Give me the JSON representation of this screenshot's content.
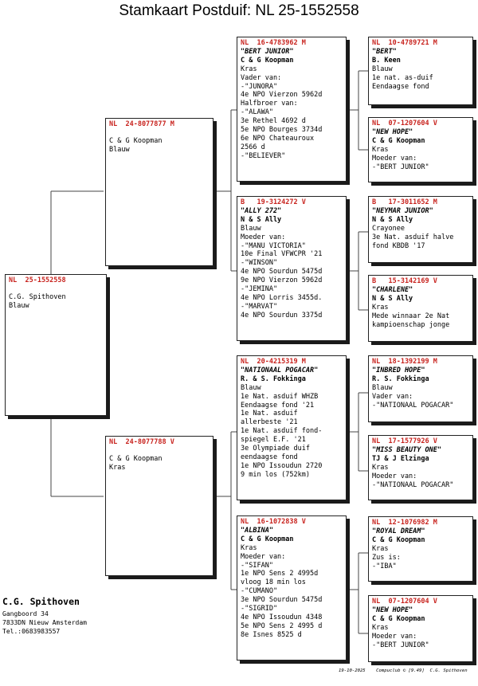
{
  "title": "Stamkaart Postduif: NL  25-1552558",
  "subject": {
    "id": "NL  25-1552558",
    "owner": "C.G. Spithoven",
    "color": "Blauw"
  },
  "father": {
    "id": "NL  24-8077877 M",
    "owner": "C & G Koopman",
    "color": "Blauw"
  },
  "mother": {
    "id": "NL  24-8077788 V",
    "owner": "C & G Koopman",
    "color": "Kras"
  },
  "ff": {
    "id": "NL  16-4783962 M",
    "name": "\"BERT JUNIOR\"",
    "owner": "C & G Koopman",
    "lines": [
      "Kras",
      "Vader van:",
      "-\"JUNORA\"",
      "4e NPO Vierzon 5962d",
      "Halfbroer van:",
      "-\"ALAWA\"",
      "3e Rethel 4692 d",
      "5e NPO Bourges 3734d",
      "6e NPO Chateauroux",
      "2566 d",
      "-\"BELIEVER\""
    ]
  },
  "fm": {
    "id": "B   19-3124272 V",
    "name": "\"ALLY 272\"",
    "owner": "N & S Ally",
    "lines": [
      "Blauw",
      "Moeder van:",
      "-\"MANU VICTORIA\"",
      "10e Final VFWCPR '21",
      "-\"WINSON\"",
      "4e NPO Sourdun 5475d",
      "9e NPO Vierzon 5962d",
      "-\"JEMINA\"",
      "4e NPO Lorris 3455d.",
      "-\"MARVAT\"",
      "4e NPO Sourdun 3375d"
    ]
  },
  "mf": {
    "id": "NL  20-4215319 M",
    "name": "\"NATIONAAL POGACAR\"",
    "owner": "R. & S. Fokkinga",
    "lines": [
      "Blauw",
      "1e Nat. asduif WHZB",
      "Eendaagse fond '21",
      "1e Nat. asduif",
      "allerbeste '21",
      "1e Nat. asduif fond-",
      "spiegel E.F. '21",
      "3e Olympiade duif",
      "eendaagse fond",
      "1e NPO Issoudun 2720",
      "9 min los (752km)"
    ]
  },
  "mm": {
    "id": "NL  16-1072838 V",
    "name": "\"ALBINA\"",
    "owner": "C & G Koopman",
    "lines": [
      "Kras",
      "Moeder van:",
      "-\"SIFAN\"",
      "1e NPO  Sens 2 4995d",
      "vloog 18 min los",
      "-\"CUMANO\"",
      "3e NPO Sourdun 5475d",
      "-\"SIGRID\"",
      "4e NPO Issoudun 4348",
      "5e NPO Sens 2 4995 d",
      "8e Isnes 8525 d"
    ]
  },
  "fff": {
    "id": "NL  10-4789721 M",
    "name": "\"BERT\"",
    "owner": "B. Keen",
    "lines": [
      "Blauw",
      "1e nat. as-duif",
      "Eendaagse fond"
    ]
  },
  "ffm": {
    "id": "NL  07-1207604 V",
    "name": "\"NEW HOPE\"",
    "owner": "C & G Koopman",
    "lines": [
      "Kras",
      "Moeder van:",
      "-\"BERT JUNIOR\""
    ]
  },
  "fmf": {
    "id": "B   17-3011652 M",
    "name": "\"NEYMAR JUNIOR\"",
    "owner": "N & S Ally",
    "lines": [
      "Crayonee",
      "3e Nat. asduif halve",
      "fond KBDB '17"
    ]
  },
  "fmm": {
    "id": "B   15-3142169 V",
    "name": "\"CHARLENE\"",
    "owner": "N & S Ally",
    "lines": [
      "Kras",
      "Mede winnaar 2e Nat",
      "kampioenschap jonge"
    ]
  },
  "mff": {
    "id": "NL  18-1392199 M",
    "name": "\"INBRED HOPE\"",
    "owner": "R. S. Fokkinga",
    "lines": [
      "Blauw",
      "Vader van:",
      "-\"NATIONAAL POGACAR\""
    ]
  },
  "mfm": {
    "id": "NL  17-1577926 V",
    "name": "\"MISS BEAUTY ONE\"",
    "owner": "TJ & J Elzinga",
    "lines": [
      "Kras",
      "Moeder van:",
      "-\"NATIONAAL POGACAR\""
    ]
  },
  "mmf": {
    "id": "NL  12-1076982 M",
    "name": "\"ROYAL DREAM\"",
    "owner": "C & G Koopman",
    "lines": [
      "Kras",
      "Zus is:",
      "-\"IBA\""
    ]
  },
  "mmm": {
    "id": "NL  07-1207604 V",
    "name": "\"NEW HOPE\"",
    "owner": "C & G Koopman",
    "lines": [
      "Kras",
      "Moeder van:",
      "-\"BERT JUNIOR\""
    ]
  },
  "breeder": {
    "name": "C.G. Spithoven",
    "street": "Gangboord 34",
    "city": "7833DN  Nieuw Amsterdam",
    "phone": "Tel.:0683983557"
  },
  "footer": {
    "text": "19-10-2025    Compuclub © [9.49]  C.G. Spithoven"
  }
}
